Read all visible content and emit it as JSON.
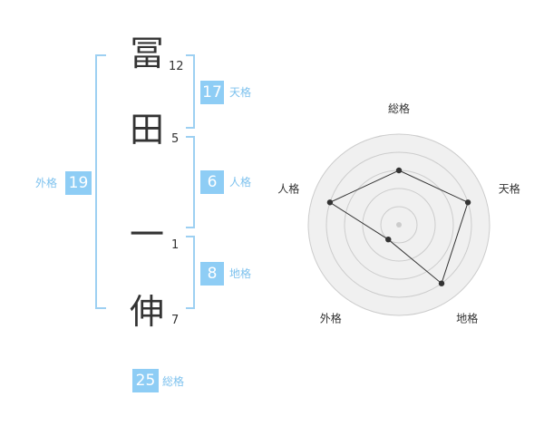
{
  "name": {
    "chars": [
      {
        "char": "冨",
        "strokes": "12"
      },
      {
        "char": "田",
        "strokes": "5"
      },
      {
        "char": "一",
        "strokes": "1"
      },
      {
        "char": "伸",
        "strokes": "7"
      }
    ]
  },
  "fortune": {
    "tenkaku": {
      "label": "天格",
      "value": "17"
    },
    "jinkaku": {
      "label": "人格",
      "value": "6"
    },
    "chikaku": {
      "label": "地格",
      "value": "8"
    },
    "gaikaku": {
      "label": "外格",
      "value": "19"
    },
    "soukaku": {
      "label": "総格",
      "value": "25"
    }
  },
  "radar": {
    "axes": [
      "総格",
      "天格",
      "地格",
      "外格",
      "人格"
    ],
    "levels": 5,
    "scores": [
      3,
      4,
      4,
      1,
      4
    ],
    "colors": {
      "fill": "#f0f0f0",
      "grid": "#cccccc",
      "line": "#333333",
      "center": "#cccccc"
    }
  }
}
